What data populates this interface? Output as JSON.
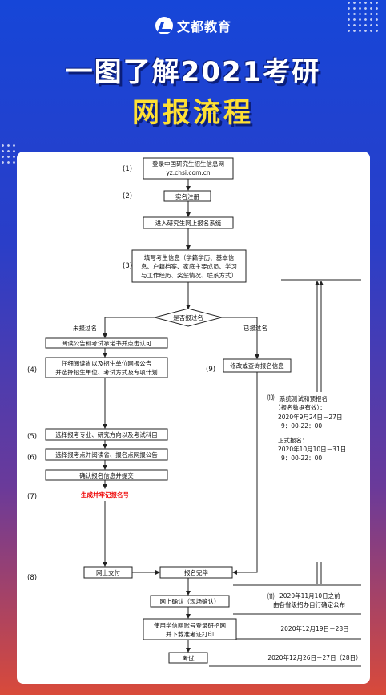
{
  "brand": {
    "name": "文都教育",
    "logo_icon": "wendu-logo-icon"
  },
  "title": {
    "line1": "一图了解2021考研",
    "line2": "网报流程"
  },
  "colors": {
    "bg_top": "#1646d8",
    "bg_bottom": "#d94a3a",
    "accent": "#ffe033",
    "red": "#e00000"
  },
  "flow": {
    "step1_num": "(1)",
    "step1_line1": "登录中国研究生招生信息网",
    "step1_line2": "yz.chsi.com.cn",
    "step2_num": "(2)",
    "step2": "实名注册",
    "step_enter": "进入研究生网上报名系统",
    "step3_num": "(3)",
    "step3_line1": "填写考生信息（学籍学历、基本信",
    "step3_line2": "息、户籍档案、家庭主要成员、学习",
    "step3_line3": "与工作经历、奖惩情况、联系方式）",
    "decision": "是否报过名",
    "branch_no": "未报过名",
    "branch_yes": "已报过名",
    "read_notice": "阅读公告和考试承诺书并点击认可",
    "step4_num": "(4)",
    "step4_line1": "仔细阅读省以及招生单位网报公告",
    "step4_line2": "并选择招生单位、考试方式及专项计划",
    "step9_num": "(9)",
    "step9": "修改或查询报名信息",
    "step5_num": "(5)",
    "step5": "选择报考专业、研究方向以及考试科目",
    "step6_num": "(6)",
    "step6": "选择报考点并阅读省、报名点网报公告",
    "confirm": "确认报名信息并提交",
    "step7_num": "(7)",
    "step7": "生成并牢记报名号",
    "step8_num": "(8)",
    "pay": "网上支付",
    "done": "报名完毕",
    "onsite": "网上确认（现场确认）",
    "print_line1": "使用学信网账号登录研招网",
    "print_line2": "并下载准考证打印",
    "exam": "考试"
  },
  "notes": {
    "n10_num": "⑽",
    "n10_title": "系统测试和预报名",
    "n10_sub": "（报名数据有效）：",
    "n10_date": "2020年9月24日－27日",
    "n10_time": "9：00-22：00",
    "formal_title": "正式报名：",
    "formal_date": "2020年10月10日－31日",
    "formal_time": "9：00-22：00",
    "n11_num": "⑾",
    "n11_line1": "2020年11月10日之前",
    "n11_line2": "由各省级招办自行确定公布",
    "print_date": "2020年12月19日－28日",
    "exam_date": "2020年12月26日－27日（28日）"
  }
}
